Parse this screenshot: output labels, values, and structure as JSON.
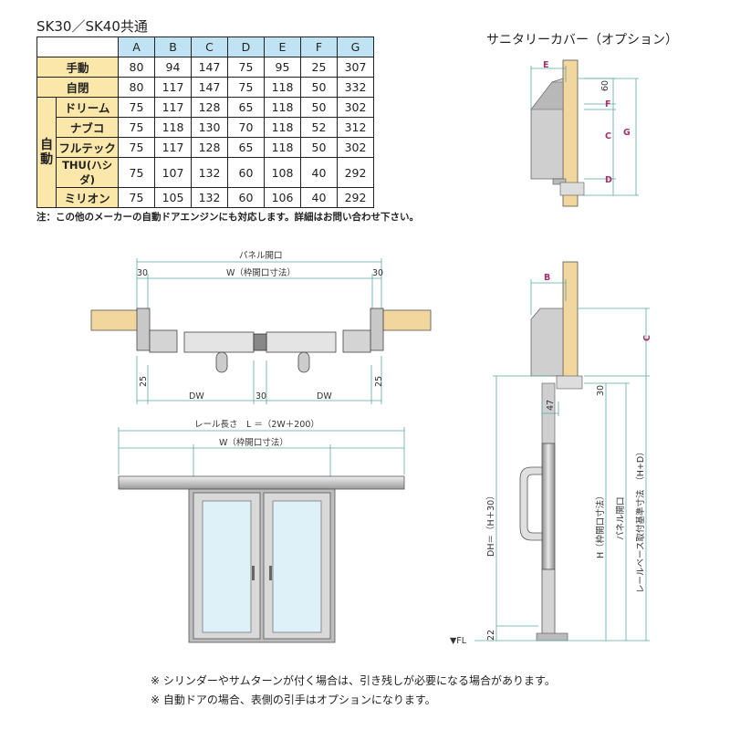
{
  "table": {
    "title": "SK30／SK40共通",
    "columns": [
      "A",
      "B",
      "C",
      "D",
      "E",
      "F",
      "G"
    ],
    "group_label_1": "自",
    "group_label_2": "動",
    "rows": [
      {
        "label": "手動",
        "values": [
          "80",
          "94",
          "147",
          "75",
          "95",
          "25",
          "307"
        ]
      },
      {
        "label": "自閉",
        "values": [
          "80",
          "117",
          "147",
          "75",
          "118",
          "50",
          "332"
        ]
      },
      {
        "label": "ドリーム",
        "values": [
          "75",
          "117",
          "128",
          "65",
          "118",
          "50",
          "302"
        ]
      },
      {
        "label": "ナブコ",
        "values": [
          "75",
          "118",
          "130",
          "70",
          "118",
          "52",
          "312"
        ]
      },
      {
        "label": "フルテック",
        "values": [
          "75",
          "117",
          "128",
          "65",
          "118",
          "50",
          "302"
        ]
      },
      {
        "label": "THU(ハシダ)",
        "values": [
          "75",
          "107",
          "132",
          "60",
          "108",
          "40",
          "292"
        ]
      },
      {
        "label": "ミリオン",
        "values": [
          "75",
          "105",
          "132",
          "60",
          "106",
          "40",
          "292"
        ]
      }
    ],
    "note": "注：この他のメーカーの自動ドアエンジンにも対応します。詳細はお問い合わせ下さい。"
  },
  "cover": {
    "title": "サニタリーカバー（オプション）",
    "labels": {
      "E": "E",
      "F": "F",
      "C": "C",
      "G": "G",
      "D": "D",
      "sixty": "60"
    }
  },
  "plan": {
    "panel_opening": "パネル開口",
    "w_opening": "W（枠開口寸法）",
    "dim_30": "30",
    "dim_25": "25",
    "dim_47": "47",
    "dw": "DW"
  },
  "elevation": {
    "rail_length": "レール長さ　L ＝（2W＋200）",
    "w_opening": "W（枠開口寸法）"
  },
  "section": {
    "b": "B",
    "c": "C",
    "thirty": "30",
    "fortyseven": "47",
    "twentytwo": "22",
    "dh": "DH＝（H＋30）",
    "h_frame": "H（枠開口寸法）",
    "panel_opening": "パネル開口",
    "rail_base": "レールベース取付基準寸法　（H+D）",
    "fl": "▼FL"
  },
  "notes": {
    "note1": "※ シリンダーやサムターンが付く場合は、引き残しが必要になる場合があります。",
    "note2": "※ 自動ドアの場合、表側の引手はオプションになります。"
  },
  "colors": {
    "header_blue": "#bfe3f3",
    "header_yellow": "#fbe7a9",
    "wood": "#f1d79d",
    "dim_line": "#5aa7a3",
    "magenta": "#a0306e",
    "glass": "#dff1f8"
  }
}
